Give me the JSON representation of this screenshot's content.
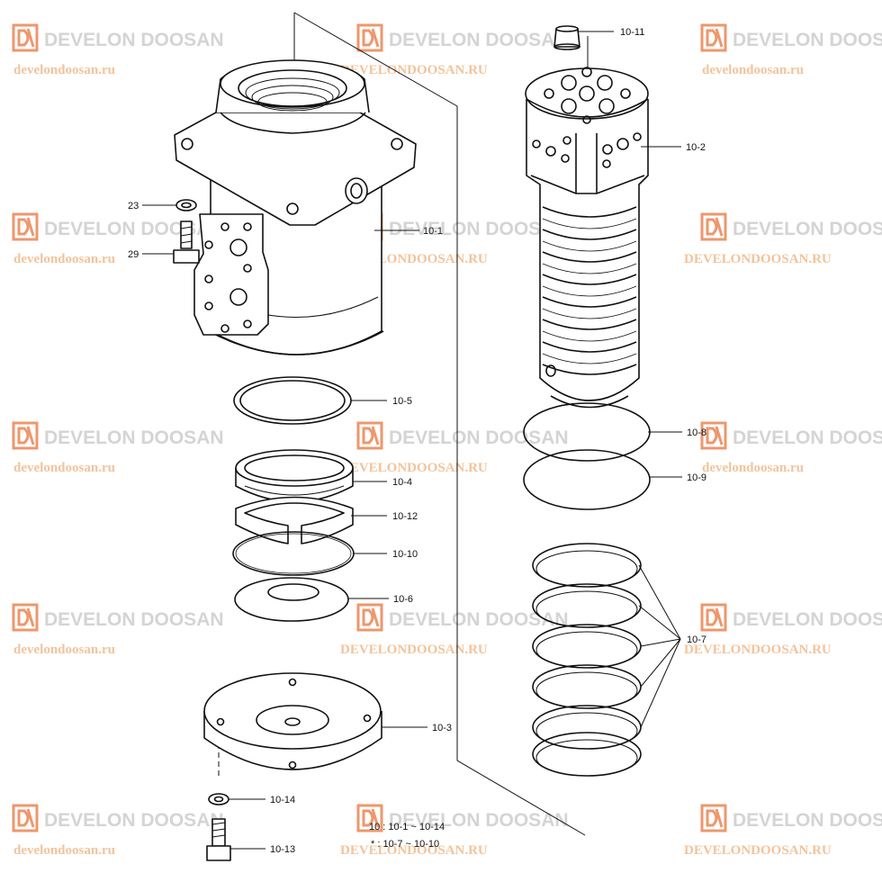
{
  "watermark": {
    "brand": "DEVELON DOOSAN",
    "url_lower": "develondoosan.ru",
    "url_upper": "DEVELONDOOSAN.RU",
    "logo_color": "#e8743b",
    "brand_color": "#cfcfcf",
    "url_color": "#f0a56c"
  },
  "labels": {
    "p10_1": "10-1",
    "p10_2": "10-2",
    "p10_3": "10-3",
    "p10_4": "10-4",
    "p10_5": "10-5",
    "p10_6": "10-6",
    "p10_7": "10-7",
    "p10_8": "10-8",
    "p10_9": "10-9",
    "p10_10": "10-10",
    "p10_11": "10-11",
    "p10_12": "10-12",
    "p10_13": "10-13",
    "p10_14": "10-14",
    "p23": "23",
    "p29": "29"
  },
  "notes": {
    "line1": "10 : 10-1 ~ 10-14",
    "line2": "* : 10-7 ~ 10-10"
  }
}
